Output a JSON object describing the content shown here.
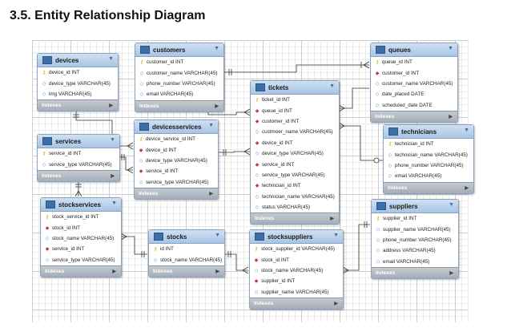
{
  "heading": "3.5. Entity Relationship Diagram",
  "footer_label": "Indexes",
  "icons": {
    "table": "table-icon",
    "primary_key": "key-icon",
    "foreign_key": "red-diamond-icon",
    "attribute": "blue-diamond-icon"
  },
  "entities": {
    "devices": {
      "name": "devices",
      "columns": [
        {
          "icon": "pk",
          "text": "device_id INT"
        },
        {
          "icon": "at",
          "text": "device_type VARCHAR(45)"
        },
        {
          "icon": "at",
          "text": "img VARCHAR(45)"
        }
      ]
    },
    "customers": {
      "name": "customers",
      "columns": [
        {
          "icon": "pk",
          "text": "customer_id INT"
        },
        {
          "icon": "at",
          "text": "customer_name VARCHAR(45)"
        },
        {
          "icon": "at",
          "text": "phone_number VARCHAR(45)"
        },
        {
          "icon": "at",
          "text": "email VARCHAR(45)"
        }
      ]
    },
    "queues": {
      "name": "queues",
      "columns": [
        {
          "icon": "pk",
          "text": "queue_id INT"
        },
        {
          "icon": "fk",
          "text": "customer_id INT"
        },
        {
          "icon": "at",
          "text": "customer_name VARCHAR(45)"
        },
        {
          "icon": "at",
          "text": "date_placed DATE"
        },
        {
          "icon": "at",
          "text": "scheduled_date DATE"
        }
      ]
    },
    "tickets": {
      "name": "tickets",
      "columns": [
        {
          "icon": "pk",
          "text": "ticket_id INT"
        },
        {
          "icon": "fk",
          "text": "queue_id INT"
        },
        {
          "icon": "fk",
          "text": "customer_id INT"
        },
        {
          "icon": "at",
          "text": "custmoer_name VARCHAR(45)"
        },
        {
          "icon": "fk",
          "text": "device_id INT"
        },
        {
          "icon": "at",
          "text": "device_type VARCHAR(45)"
        },
        {
          "icon": "fk",
          "text": "service_id INT"
        },
        {
          "icon": "at",
          "text": "service_type VARCHAR(45)"
        },
        {
          "icon": "fk",
          "text": "technician_id INT"
        },
        {
          "icon": "at",
          "text": "technician_name VARCHAR(45)"
        },
        {
          "icon": "at",
          "text": "status VARCHAR(45)"
        }
      ]
    },
    "devicesservices": {
      "name": "devicesservices",
      "columns": [
        {
          "icon": "pk",
          "text": "device_service_id INT"
        },
        {
          "icon": "fk",
          "text": "device_id INT"
        },
        {
          "icon": "at",
          "text": "device_type VARCHAR(45)"
        },
        {
          "icon": "fk",
          "text": "service_id INT"
        },
        {
          "icon": "at",
          "text": "service_type VARCHAR(45)"
        }
      ]
    },
    "services": {
      "name": "services",
      "columns": [
        {
          "icon": "pk",
          "text": "service_id INT"
        },
        {
          "icon": "at",
          "text": "service_type VARCHAR(45)"
        }
      ]
    },
    "technicians": {
      "name": "technicians",
      "columns": [
        {
          "icon": "pk",
          "text": "technician_id INT"
        },
        {
          "icon": "at",
          "text": "technician_name VARCHAR(45)"
        },
        {
          "icon": "at",
          "text": "phone_number VARCHAR(45)"
        },
        {
          "icon": "at",
          "text": "email VARCHAR(45)"
        }
      ]
    },
    "stockservices": {
      "name": "stockservices",
      "columns": [
        {
          "icon": "pk",
          "text": "stock_service_id INT"
        },
        {
          "icon": "fk",
          "text": "stock_id INT"
        },
        {
          "icon": "at",
          "text": "stock_name VARCHAR(45)"
        },
        {
          "icon": "fk",
          "text": "service_id INT"
        },
        {
          "icon": "at",
          "text": "service_type VARCHAR(45)"
        }
      ]
    },
    "stocks": {
      "name": "stocks",
      "columns": [
        {
          "icon": "pk",
          "text": "id INT"
        },
        {
          "icon": "at",
          "text": "stock_name VARCHAR(45)"
        }
      ]
    },
    "stocksuppliers": {
      "name": "stocksuppliers",
      "columns": [
        {
          "icon": "pk",
          "text": "stock_supplier_id VARCHAR(45)"
        },
        {
          "icon": "fk",
          "text": "stock_id INT"
        },
        {
          "icon": "at",
          "text": "stock_name VARCHAR(45)"
        },
        {
          "icon": "fk",
          "text": "supplier_id INT"
        },
        {
          "icon": "at",
          "text": "supplier_name VARCHAR(45)"
        }
      ]
    },
    "suppliers": {
      "name": "suppliers",
      "columns": [
        {
          "icon": "pk",
          "text": "supplier_id INT"
        },
        {
          "icon": "at",
          "text": "supplier_name VARCHAR(45)"
        },
        {
          "icon": "at",
          "text": "phone_number VARCHAR(45)"
        },
        {
          "icon": "at",
          "text": "address VARCHAR(45)"
        },
        {
          "icon": "at",
          "text": "email VARCHAR(45)"
        }
      ]
    }
  }
}
